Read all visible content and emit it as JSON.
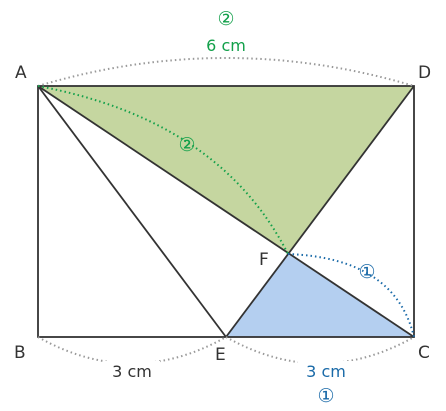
{
  "points": {
    "A": "A",
    "B": "B",
    "C": "C",
    "D": "D",
    "E": "E",
    "F": "F"
  },
  "measures": {
    "top_ratio": "②",
    "top_length": "6 cm",
    "BE": "3 cm",
    "EC": "3 cm",
    "EC_ratio": "①",
    "AF_ratio": "②",
    "FC_ratio": "①"
  },
  "colors": {
    "line": "#333333",
    "green_fill": "#c5d6a0",
    "blue_fill": "#b4cff0",
    "green_text": "#12a04a",
    "blue_text": "#1a6aa8",
    "gray_arc": "#999999"
  }
}
